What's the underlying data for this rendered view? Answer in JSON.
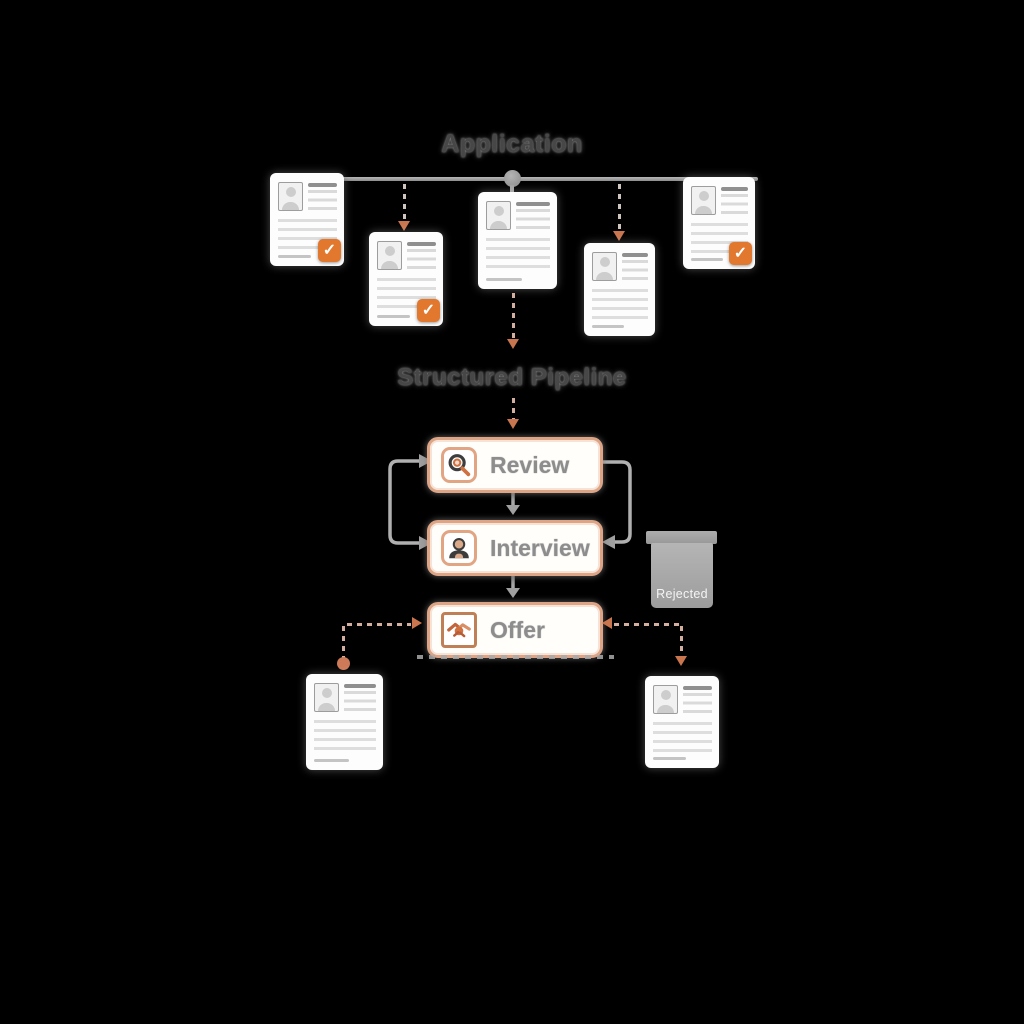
{
  "diagram": {
    "titles": {
      "top": "Application",
      "pipeline": "Structured Pipeline"
    },
    "stages": [
      {
        "label": "Review",
        "icon": "magnifier-search-icon"
      },
      {
        "label": "Interview",
        "icon": "person-interview-icon"
      },
      {
        "label": "Offer",
        "icon": "handshake-icon"
      }
    ],
    "rejected": {
      "label": "Rejected"
    },
    "icons": {
      "check": "✓"
    },
    "documents": {
      "top_row": 5,
      "bottom_row": 2,
      "accepted_checks": 3
    },
    "colors": {
      "accent_orange": "#E2772E",
      "arrow_orange": "#C9764F",
      "stage_border": "#DDA486",
      "line_gray": "#A8A8A8",
      "title_gray": "#474747",
      "label_gray": "#8D8D8D",
      "rejected_gray": "#ABABAB",
      "background": "#000000"
    }
  }
}
